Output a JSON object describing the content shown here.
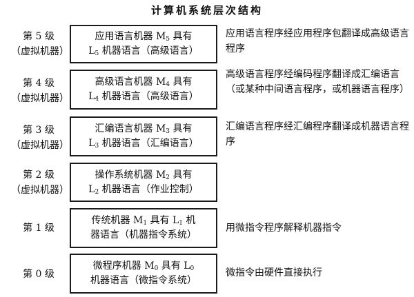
{
  "title": "计算机系统层次结构",
  "levels": [
    {
      "label_line1": "第 5 级",
      "label_line2": "（虚拟机器）",
      "box_line1_a": "应用语言机器 M",
      "box_line1_sub": "5",
      "box_line1_b": " 具有",
      "box_line2_a": "L",
      "box_line2_sub": "5",
      "box_line2_b": " 机器语言（高级语言）",
      "description": "应用语言程序经应用程序包翻译成高级语言程序"
    },
    {
      "label_line1": "第 4 级",
      "label_line2": "（虚拟机器）",
      "box_line1_a": "高级语言机器 M",
      "box_line1_sub": "4",
      "box_line1_b": " 具有",
      "box_line2_a": "L",
      "box_line2_sub": "4",
      "box_line2_b": " 机器语言（高级语言）",
      "description": "高级语言程序经编码程序翻译成汇编语言（或某种中间语言程序，或机器语言程序）"
    },
    {
      "label_line1": "第 3 级",
      "label_line2": "（虚拟机器）",
      "box_line1_a": "汇编语言机器 M",
      "box_line1_sub": "3",
      "box_line1_b": " 具有",
      "box_line2_a": "L",
      "box_line2_sub": "3",
      "box_line2_b": " 机器语言（汇编语言）",
      "description": "汇编语言程序经汇编程序翻译成机器语言程序"
    },
    {
      "label_line1": "第 2 级",
      "label_line2": "（虚拟机器）",
      "box_line1_a": "操作系统机器 M",
      "box_line1_sub": "2",
      "box_line1_b": " 具有",
      "box_line2_a": "L",
      "box_line2_sub": "2",
      "box_line2_b": " 机器语言（作业控制）",
      "description": ""
    },
    {
      "label_line1": "第 1 级",
      "label_line2": "",
      "box_line1_a": "传统机器 M",
      "box_line1_sub": "1",
      "box_line1_b": " 具有 L",
      "box_line1_sub2": "1",
      "box_line1_c": " 机",
      "box_line2_a": "器语言（机器指令系统）",
      "box_line2_sub": "",
      "box_line2_b": "",
      "description": "用微指令程序解释机器指令"
    },
    {
      "label_line1": "第 0 级",
      "label_line2": "",
      "box_line1_a": "微程序机器 M",
      "box_line1_sub": "0",
      "box_line1_b": " 具有 L",
      "box_line1_sub2": "0",
      "box_line1_c": "",
      "box_line2_a": "机器语言（微指令系统）",
      "box_line2_sub": "",
      "box_line2_b": "",
      "description": "微指令由硬件直接执行"
    }
  ]
}
